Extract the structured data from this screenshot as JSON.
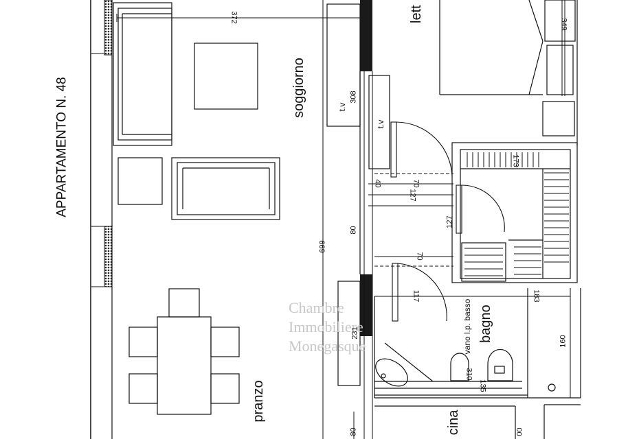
{
  "plan": {
    "title": "APPARTAMENTO N. 48",
    "rooms": {
      "living": "soggiorno",
      "dining": "pranzo",
      "bath": "bagno",
      "bedroom": "lett",
      "kitchen": "cina"
    },
    "notes": {
      "tv_top": "t.v",
      "tv_bottom": "t.v",
      "low_space": "vano l.p. basso"
    },
    "dimensions": {
      "d372": "372",
      "d308": "308",
      "d349": "349",
      "d699": "699",
      "d80": "80",
      "d40": "40",
      "d70a": "70",
      "d127a": "127",
      "d127b": "127",
      "d70b": "70",
      "d117": "117",
      "d183": "183",
      "d173": "173",
      "d231": "231",
      "d160": "160",
      "d310": "310",
      "d135": "135",
      "d80b": "80",
      "d00": "00"
    }
  },
  "watermark": {
    "line1": "Chambre",
    "line2": "Immobiliere",
    "line3": "Monegasque"
  }
}
